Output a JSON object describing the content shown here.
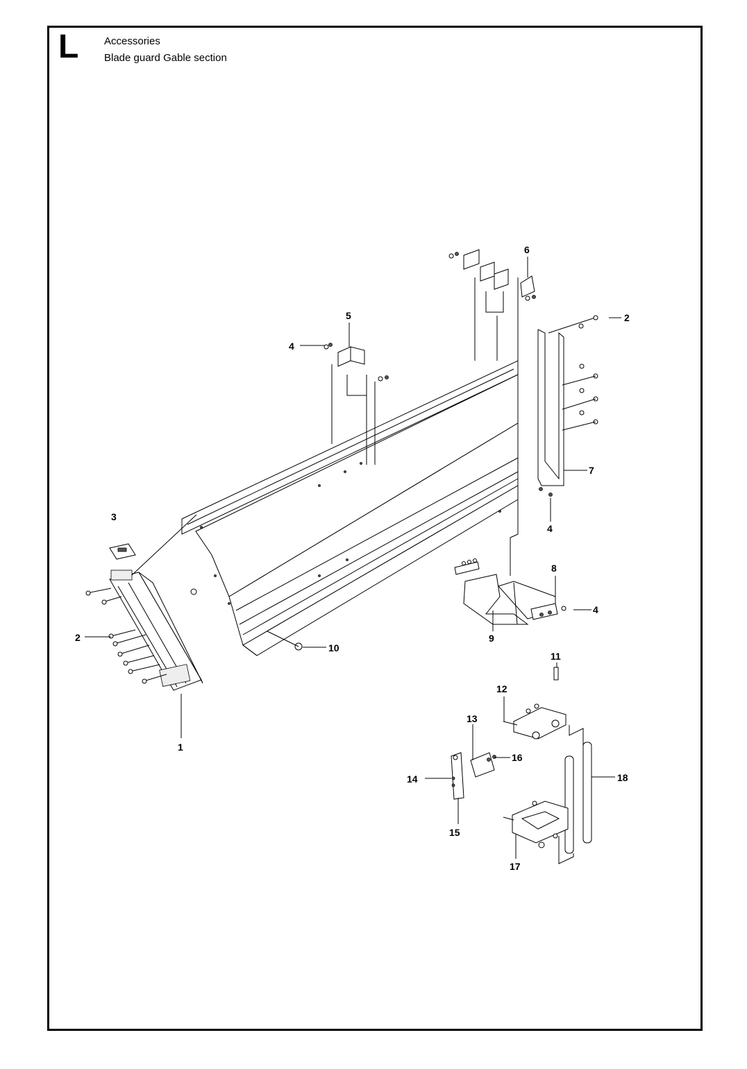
{
  "header": {
    "section_letter": "L",
    "category": "Accessories",
    "subtitle": "Blade guard Gable section"
  },
  "callouts": [
    {
      "id": "c1",
      "label": "1"
    },
    {
      "id": "c2a",
      "label": "2"
    },
    {
      "id": "c2b",
      "label": "2"
    },
    {
      "id": "c3",
      "label": "3"
    },
    {
      "id": "c4a",
      "label": "4"
    },
    {
      "id": "c4b",
      "label": "4"
    },
    {
      "id": "c4c",
      "label": "4"
    },
    {
      "id": "c5",
      "label": "5"
    },
    {
      "id": "c6",
      "label": "6"
    },
    {
      "id": "c7",
      "label": "7"
    },
    {
      "id": "c8",
      "label": "8"
    },
    {
      "id": "c9",
      "label": "9"
    },
    {
      "id": "c10",
      "label": "10"
    },
    {
      "id": "c11",
      "label": "11"
    },
    {
      "id": "c12",
      "label": "12"
    },
    {
      "id": "c13",
      "label": "13"
    },
    {
      "id": "c14",
      "label": "14"
    },
    {
      "id": "c15",
      "label": "15"
    },
    {
      "id": "c16",
      "label": "16"
    },
    {
      "id": "c17",
      "label": "17"
    },
    {
      "id": "c18",
      "label": "18"
    }
  ]
}
